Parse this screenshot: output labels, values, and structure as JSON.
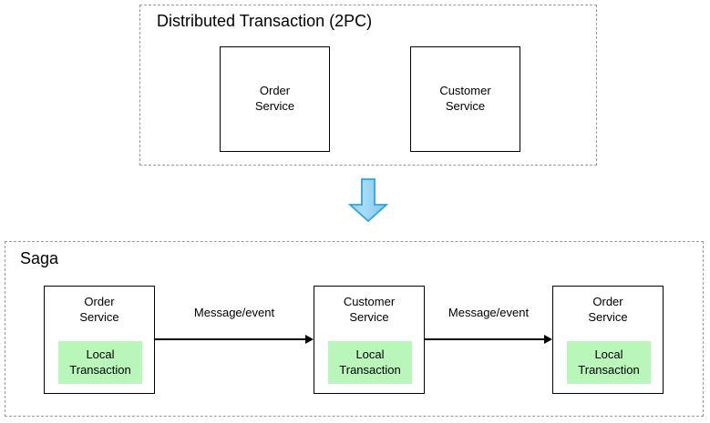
{
  "diagram": {
    "title_top": "Distributed Transaction (2PC)",
    "title_bottom": "Saga",
    "colors": {
      "local_transaction_fill": "#b9f6b9",
      "box_stroke": "#000000",
      "group_stroke": "#9a9a9a",
      "big_arrow_fill": "#8ecff2",
      "big_arrow_stroke": "#2ba6e0"
    },
    "top_section": {
      "label": "Distributed Transaction (2PC)",
      "services": [
        {
          "name": "Order\nService"
        },
        {
          "name": "Customer\nService"
        }
      ]
    },
    "transition": {
      "icon": "down-arrow-icon"
    },
    "bottom_section": {
      "label": "Saga",
      "services": [
        {
          "name": "Order\nService",
          "local_transaction": "Local\nTransaction"
        },
        {
          "name": "Customer\nService",
          "local_transaction": "Local\nTransaction"
        },
        {
          "name": "Order\nService",
          "local_transaction": "Local\nTransaction"
        }
      ],
      "connections": [
        {
          "label": "Message/event"
        },
        {
          "label": "Message/event"
        }
      ]
    }
  }
}
